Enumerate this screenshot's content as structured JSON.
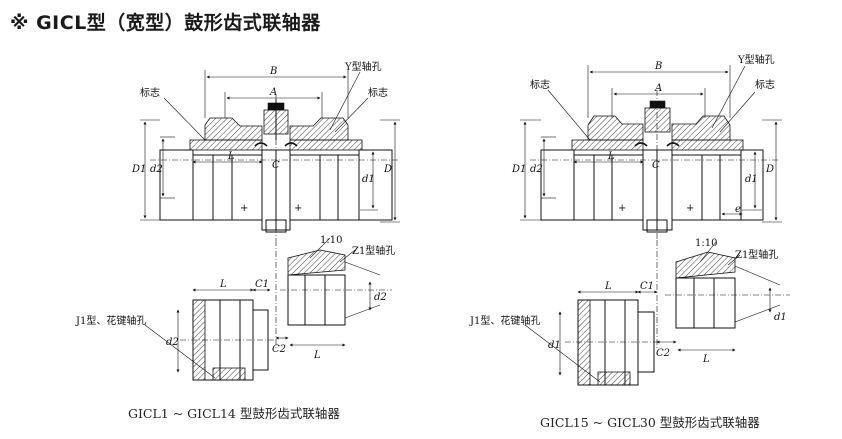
{
  "title": "※ GICL型（宽型）鼓形齿式联轴器",
  "left": {
    "caption": "GICL1 ~ GICL14 型鼓形齿式联轴器",
    "labels": {
      "B": "B",
      "A": "A",
      "Y_bore": "Y型轴孔",
      "mark_left": "标志",
      "mark_right": "标志",
      "L": "L",
      "C": "C",
      "D1": "D1",
      "d2": "d2",
      "d1": "d1",
      "D": "D",
      "taper": "1:10",
      "Z1_bore": "Z1型轴孔",
      "J1_bore": "J1型、花键轴孔",
      "L_small": "L",
      "C1": "C1",
      "C2": "C2",
      "L_z": "L",
      "d2_small": "d2",
      "d2_z": "d2"
    }
  },
  "right": {
    "caption": "GICL15 ~ GICL30 型鼓形齿式联轴器",
    "labels": {
      "B": "B",
      "A": "A",
      "Y_bore": "Y型轴孔",
      "mark_left": "标志",
      "mark_right": "标志",
      "L": "L",
      "C": "C",
      "D1": "D1",
      "d2": "d2",
      "d1": "d1",
      "D": "D",
      "e": "e",
      "taper": "1:10",
      "Z1_bore": "Z1型轴孔",
      "J1_bore": "J1型、花键轴孔",
      "L_small": "L",
      "C1": "C1",
      "C2": "C2",
      "L_z": "L",
      "d1_small": "d1",
      "d1_z": "d1"
    }
  }
}
